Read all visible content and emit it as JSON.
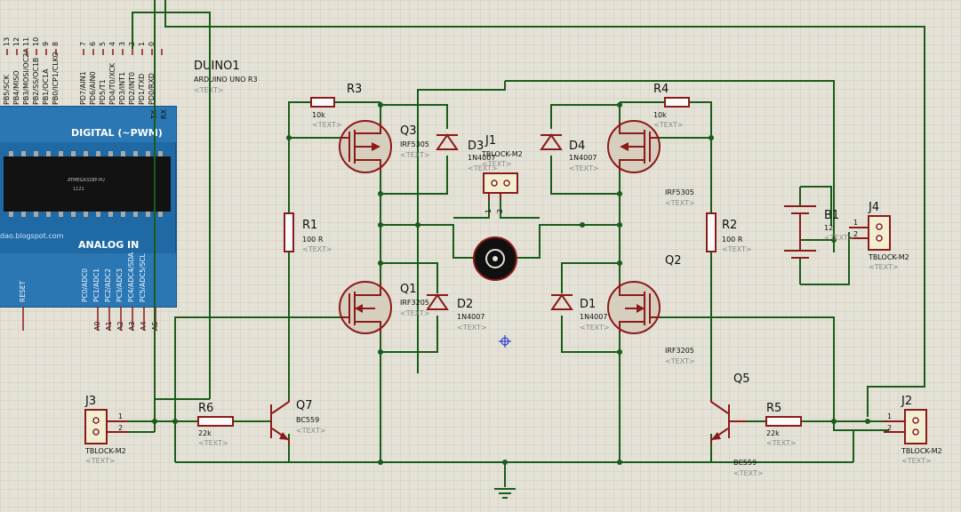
{
  "arduino": {
    "ref": "DUINO1",
    "value": "ARDUINO UNO R3",
    "text": "<TEXT>",
    "digital_label": "DIGITAL (~PWM)",
    "analog_label": "ANALOG IN",
    "blog_text": "dao.blogspot.com",
    "reset_label": "RESET",
    "chip_text": "ATMEGA328P-PU",
    "chip_sub": "1121",
    "pins_top": [
      "13",
      "12",
      "11",
      "10",
      "9",
      "8",
      "7",
      "6",
      "5",
      "4",
      "3",
      "2",
      "1",
      "0"
    ],
    "pin_labels_top": [
      "PB5/SCK",
      "PB4/MISO",
      "PB3/MOSI/OC2A",
      "PB2/SS/OC1B",
      "PB1/OC1A",
      "PB0/ICP1/CLKO",
      "PD7/AIN1",
      "PD6/AIN0",
      "PD5/T1",
      "PD4/T0/XCK",
      "PD3/INT1",
      "PD2/INT0",
      "PD1/TXD",
      "PD0/RXD"
    ],
    "tx_label": "TX",
    "rx_label": "RX",
    "pins_analog": [
      "A0",
      "A1",
      "A2",
      "A3",
      "A4",
      "A5"
    ],
    "pin_labels_analog": [
      "PC0/ADC0",
      "PC1/ADC1",
      "PC2/ADC2",
      "PC3/ADC3",
      "PC4/ADC4/SDA",
      "PC5/ADC5/SCL"
    ]
  },
  "components": {
    "R3": {
      "ref": "R3",
      "value": "10k",
      "text": "<TEXT>"
    },
    "R4": {
      "ref": "R4",
      "value": "10k",
      "text": "<TEXT>"
    },
    "R1": {
      "ref": "R1",
      "value": "100 R",
      "text": "<TEXT>"
    },
    "R2": {
      "ref": "R2",
      "value": "100 R",
      "text": "<TEXT>"
    },
    "R6": {
      "ref": "R6",
      "value": "22k",
      "text": "<TEXT>"
    },
    "R5": {
      "ref": "R5",
      "value": "22k",
      "text": "<TEXT>"
    },
    "Q3": {
      "ref": "Q3",
      "value": "IRF5305",
      "text": "<TEXT>"
    },
    "Q4": {
      "value": "IRF5305",
      "text": "<TEXT>"
    },
    "Q1": {
      "ref": "Q1",
      "value": "IRF3205",
      "text": "<TEXT>"
    },
    "Q2": {
      "ref": "Q2",
      "value": "IRF3205",
      "text": "<TEXT>"
    },
    "Q7": {
      "ref": "Q7",
      "value": "BC559",
      "text": "<TEXT>"
    },
    "Q5": {
      "ref": "Q5",
      "value": "BC559",
      "text": "<TEXT>"
    },
    "D1": {
      "ref": "D1",
      "value": "1N4007",
      "text": "<TEXT>"
    },
    "D2": {
      "ref": "D2",
      "value": "1N4007",
      "text": "<TEXT>"
    },
    "D3": {
      "ref": "D3",
      "value": "1N4007",
      "text": "<TEXT>"
    },
    "D4": {
      "ref": "D4",
      "value": "1N4007",
      "text": "<TEXT>"
    },
    "J1": {
      "ref": "J1",
      "value": "TBLOCK-M2",
      "text": "<TEXT>",
      "pin1": "1",
      "pin2": "2"
    },
    "J2": {
      "ref": "J2",
      "value": "TBLOCK-M2",
      "text": "<TEXT>",
      "pin1": "1",
      "pin2": "2"
    },
    "J3": {
      "ref": "J3",
      "value": "TBLOCK-M2",
      "text": "<TEXT>",
      "pin1": "1",
      "pin2": "2"
    },
    "J4": {
      "ref": "J4",
      "value": "TBLOCK-M2",
      "text": "<TEXT>",
      "pin1": "1",
      "pin2": "2"
    },
    "B1": {
      "ref": "B1",
      "value": "12",
      "text": "<TEXT>"
    }
  },
  "colors": {
    "background": "#e4e2d6",
    "grid": "#cfccbe",
    "wire": "#1a5c1a",
    "component": "#8b1a1a",
    "board": "#1f6aa5"
  }
}
